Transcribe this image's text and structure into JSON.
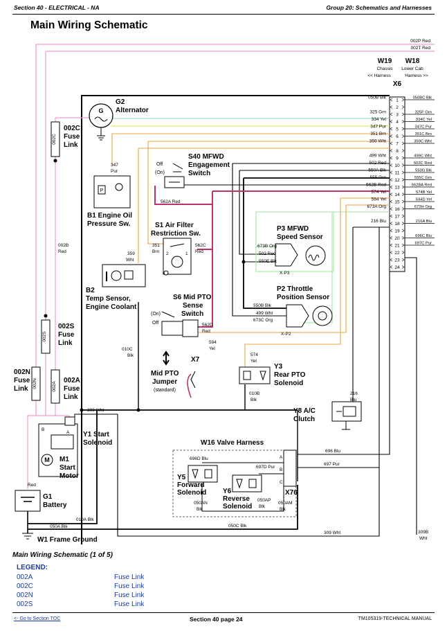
{
  "header": {
    "left": "Section 40 - ELECTRICAL - NA",
    "right": "Group 20: Schematics and Harnesses"
  },
  "title": "Main Wiring Schematic",
  "caption": "Main Wiring Schematic (1 of 5)",
  "legend": {
    "title": "LEGEND:",
    "rows": [
      {
        "code": "002A",
        "desc": "Fuse Link"
      },
      {
        "code": "002C",
        "desc": "Fuse Link"
      },
      {
        "code": "002N",
        "desc": "Fuse Link"
      },
      {
        "code": "002S",
        "desc": "Fuse Link"
      }
    ]
  },
  "footer": {
    "left": "<- Go to Section TOC",
    "center": "Section 40 page 24",
    "right": "TM105319-TECHNICAL MANUAL"
  },
  "colors": {
    "pink": "#f39ad2",
    "green": "#8bd3b0",
    "orange": "#f0a040",
    "red": "#c0306a",
    "lightgreen": "#9be69b",
    "yellowgreen": "#d7e64c"
  },
  "connector": {
    "w19": "W19",
    "w18": "W18",
    "chassis": "Chassis",
    "lower_cab": "Lower Cab",
    "harness_left": "<< Harness",
    "harness_right": "Harness >>",
    "x6": "X6",
    "pins": [
      "1",
      "2",
      "3",
      "4",
      "5",
      "6",
      "7",
      "8",
      "9",
      "10",
      "11",
      "12",
      "13",
      "14",
      "15",
      "16",
      "17",
      "18",
      "19",
      "20",
      "21",
      "22",
      "23",
      "24"
    ],
    "right_wires": [
      "050BC Blk",
      "",
      "325F Grn",
      "334C Yel",
      "347C Pur",
      "351C Brn",
      "359C Wht",
      "",
      "499C Wht",
      "502C Red",
      "550G Blk",
      "555C Grn",
      "562BA Red",
      "574B Yel",
      "594D Yel",
      "673H Org",
      "",
      "216A Blu",
      "",
      "696C Blu",
      "697C Pur",
      "",
      "",
      ""
    ],
    "left_wires": [
      "050B Blk",
      "",
      "325 Grn",
      "334 Yel",
      "347 Pur",
      "351 Brn",
      "359 Wht",
      "",
      "499 Wht",
      "502 Red",
      "550A Blk",
      "555 Grn",
      "562B Red",
      "574 Yel",
      "594 Yel",
      "673A Org",
      "",
      "216 Blu",
      "",
      "",
      "",
      "",
      "",
      ""
    ],
    "top_wires": [
      "002P Red",
      "002T Red"
    ]
  },
  "components": {
    "g2": {
      "code": "G2",
      "name": "Alternator",
      "symbol": "G"
    },
    "b1": {
      "name1": "B1 Engine Oil",
      "name2": "Pressure Sw.",
      "wire_num": "347",
      "wire_color": "Pur",
      "p": "P"
    },
    "s40": {
      "name1": "S40 MFWD",
      "name2": "Engagement",
      "name3": "Switch",
      "off": "Off",
      "on": "(On)"
    },
    "s1": {
      "name1": "S1 Air Filter",
      "name2": "Restriction Sw.",
      "w351": "351",
      "brn": "Brn",
      "w562c": "562C",
      "red": "Red",
      "pin1": "1",
      "pin2": "2"
    },
    "b2": {
      "name1": "Temp Sensor,",
      "name2": "Engine Coolant",
      "code": "B2",
      "w359": "359",
      "wht": "Wht"
    },
    "s6": {
      "name1": "S6 Mid PTO",
      "name2": "Sense",
      "name3": "Switch",
      "on": "(On)",
      "off": "Off",
      "w562d": "562D",
      "red": "Red",
      "w594": "594",
      "yel": "Yel",
      "x7": "X7"
    },
    "jumper": {
      "name1": "Mid PTO",
      "name2": "Jumper",
      "std": "(standard)"
    },
    "p3": {
      "name1": "P3 MFWD",
      "name2": "Speed Sensor",
      "x": "X-P3",
      "w673b": "673B Org",
      "w502": "502 Red",
      "w550e": "550E Blk"
    },
    "p2": {
      "name1": "P2 Throttle",
      "name2": "Position Sensor",
      "x": "X-P2",
      "w550b": "550B Blk",
      "w499": "499 Wht",
      "w673c": "673C Org"
    },
    "y3": {
      "name1": "Y3",
      "name2": "Rear PTO",
      "name3": "Solenoid",
      "w574": "574",
      "yel": "Yel",
      "w010b": "010B",
      "blk": "Blk"
    },
    "y8": {
      "name1": "Y8 A/C",
      "name2": "Clutch",
      "w216": "216",
      "blu": "Blu"
    },
    "w16": {
      "name": "W16 Valve Harness",
      "x76": "X76",
      "w696": "696 Blu",
      "w697": "697 Pur",
      "a": "A",
      "b": "B",
      "c": "C",
      "w696d": "696D Blu",
      "w697d": "697D Pur",
      "w050an": "050AN",
      "w050ap": "050AP",
      "w050am": "050AM",
      "blk": "Blk"
    },
    "y5": {
      "name1": "Y5",
      "name2": "Forward",
      "name3": "Solenoid"
    },
    "y6": {
      "name1": "Y6",
      "name2": "Reverse",
      "name3": "Solenoid"
    },
    "y1": {
      "name1": "Y1 Start",
      "name2": "Solenoid",
      "b": "B",
      "a": "A",
      "w309": "309 Wht"
    },
    "m1": {
      "name1": "M1",
      "name2": "Start",
      "name3": "Motor",
      "symbol": "M"
    },
    "g1": {
      "name1": "G1",
      "name2": "Battery",
      "red": "Red"
    },
    "w1": {
      "name": "W1 Frame Ground"
    },
    "fuses": {
      "f002c": {
        "code": "002C",
        "name1": "002C",
        "name2": "Fuse",
        "name3": "Link"
      },
      "f002s": {
        "code": "002S",
        "name1": "002S",
        "name2": "Fuse",
        "name3": "Link"
      },
      "f002n": {
        "code": "002N",
        "name1": "002N",
        "name2": "Fuse",
        "name3": "Link"
      },
      "f002a": {
        "code": "002A",
        "name1": "002A",
        "name2": "Fuse",
        "name3": "Link"
      }
    },
    "misc": {
      "w002b": "002B",
      "red": "Red",
      "w010a": "010A Blk",
      "w050a": "050A Blk",
      "w050c": "050C Blk",
      "w309b": "309 Wht",
      "w309bb": "309B",
      "wht": "Wht",
      "w010c": "010C",
      "blk": "Blk",
      "w562a": "562A Red"
    }
  }
}
